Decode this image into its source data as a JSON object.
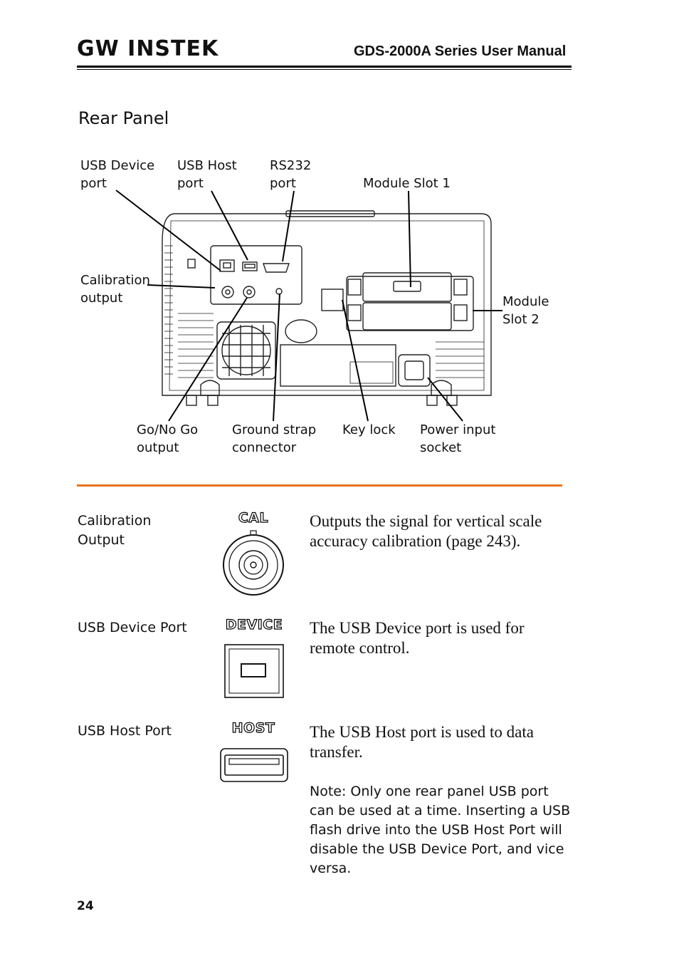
{
  "header": {
    "brand": "GW INSTEK",
    "manual_title": "GDS-2000A Series User Manual"
  },
  "section": {
    "title": "Rear Panel"
  },
  "callouts": {
    "usb_device": "USB Device\nport",
    "usb_host": "USB Host\nport",
    "rs232": "RS232\nport",
    "module_slot_1": "Module Slot 1",
    "calibration": "Calibration\noutput",
    "module_slot_2": "Module\nSlot 2",
    "go_no_go": "Go/No Go\noutput",
    "ground_strap": "Ground strap\nconnector",
    "key_lock": "Key lock",
    "power_input": "Power input\nsocket"
  },
  "rows": [
    {
      "label": "Calibration\nOutput",
      "icon_caption": "CAL",
      "icon": "bnc-connector-icon",
      "description": "Outputs the signal for vertical scale accuracy calibration (page 243)."
    },
    {
      "label": "USB Device Port",
      "icon_caption": "DEVICE",
      "icon": "usb-b-port-icon",
      "description": "The USB Device port is used for remote control."
    },
    {
      "label": "USB Host Port",
      "icon_caption": "HOST",
      "icon": "usb-a-port-icon",
      "description": "The USB Host port is used to data transfer.",
      "note": "Note: Only one rear panel USB port can be used at a time. Inserting a USB flash drive into the USB Host Port will disable the USB Device Port, and vice versa."
    }
  ],
  "page_number": "24",
  "colors": {
    "accent_rule": "#e8731a",
    "text": "#111111"
  }
}
